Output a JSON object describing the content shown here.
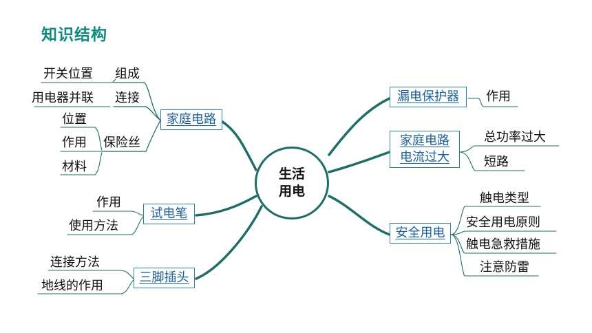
{
  "title": "知识结构",
  "center": {
    "line1": "生活",
    "line2": "用电"
  },
  "left": {
    "jiating": {
      "label": "家庭电路",
      "zucheng": {
        "label": "组成",
        "items": [
          "开关位置"
        ]
      },
      "lianjie": {
        "label": "连接",
        "items": [
          "用电器并联"
        ]
      },
      "baoxiansi": {
        "label": "保险丝",
        "items": [
          "位置",
          "作用",
          "材料"
        ]
      }
    },
    "shidianbi": {
      "label": "试电笔",
      "items": [
        "作用",
        "使用方法"
      ]
    },
    "sanjiaochatou": {
      "label": "三脚插头",
      "items": [
        "连接方法",
        "地线的作用"
      ]
    }
  },
  "right": {
    "loudian": {
      "label": "漏电保护器",
      "items": [
        "作用"
      ]
    },
    "guoda": {
      "line1": "家庭电路",
      "line2": "电流过大",
      "items": [
        "总功率过大",
        "短路"
      ]
    },
    "anquan": {
      "label": "安全用电",
      "items": [
        "触电类型",
        "安全用电原则",
        "触电急救措施",
        "注意防雷"
      ]
    }
  },
  "colors": {
    "branch": "#1c6e66",
    "box_border": "#2b7dbf",
    "box_text": "#1a5fa3",
    "title": "#0e8a7e"
  }
}
